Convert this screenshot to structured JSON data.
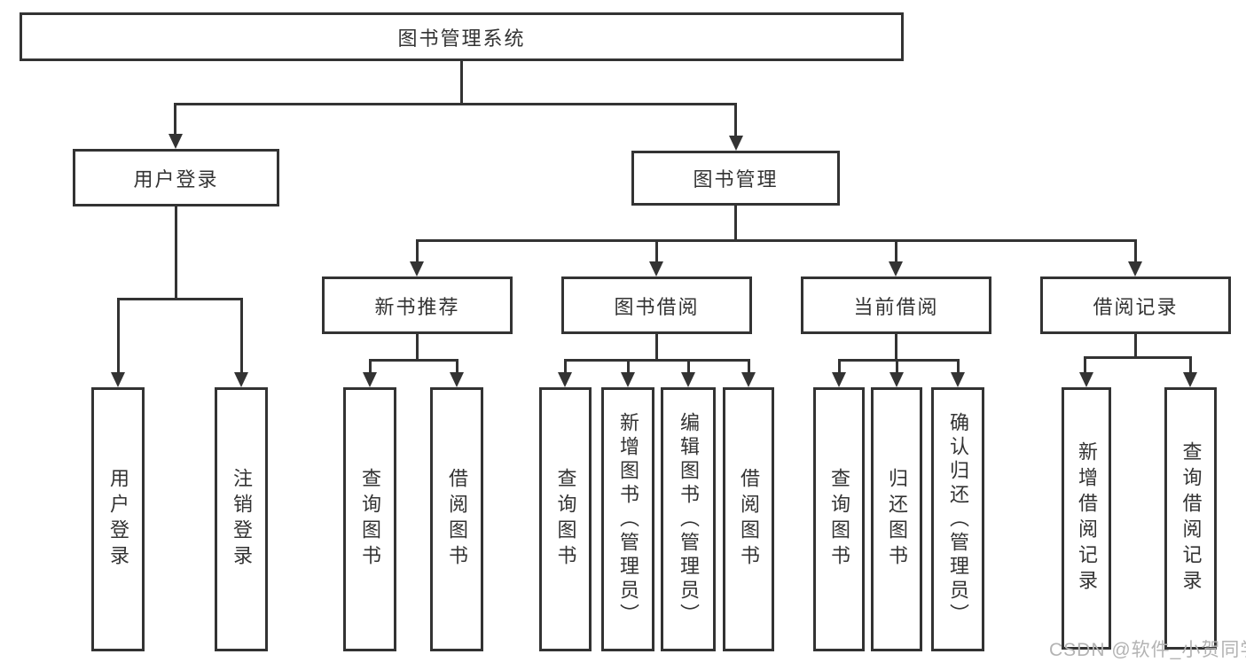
{
  "tree": {
    "root": {
      "label": "图书管理系统",
      "children": [
        {
          "label": "用户登录",
          "children": [
            {
              "label": "用户登录"
            },
            {
              "label": "注销登录"
            }
          ]
        },
        {
          "label": "图书管理",
          "children": [
            {
              "label": "新书推荐",
              "children": [
                {
                  "label": "查询图书"
                },
                {
                  "label": "借阅图书"
                }
              ]
            },
            {
              "label": "图书借阅",
              "children": [
                {
                  "label": "查询图书"
                },
                {
                  "label": "新增图书（管理员）"
                },
                {
                  "label": "编辑图书（管理员）"
                },
                {
                  "label": "借阅图书"
                }
              ]
            },
            {
              "label": "当前借阅",
              "children": [
                {
                  "label": "查询图书"
                },
                {
                  "label": "归还图书"
                },
                {
                  "label": "确认归还（管理员）"
                }
              ]
            },
            {
              "label": "借阅记录",
              "children": [
                {
                  "label": "新增借阅记录"
                },
                {
                  "label": "查询借阅记录"
                }
              ]
            }
          ]
        }
      ]
    }
  },
  "watermark": {
    "text": "CSDN @软件_小贺同学"
  },
  "colors": {
    "line": "#333333",
    "box_border": "#333333",
    "box_fill": "#ffffff",
    "text": "#333333",
    "watermark": "#b3b3b3",
    "background": "#ffffff"
  }
}
